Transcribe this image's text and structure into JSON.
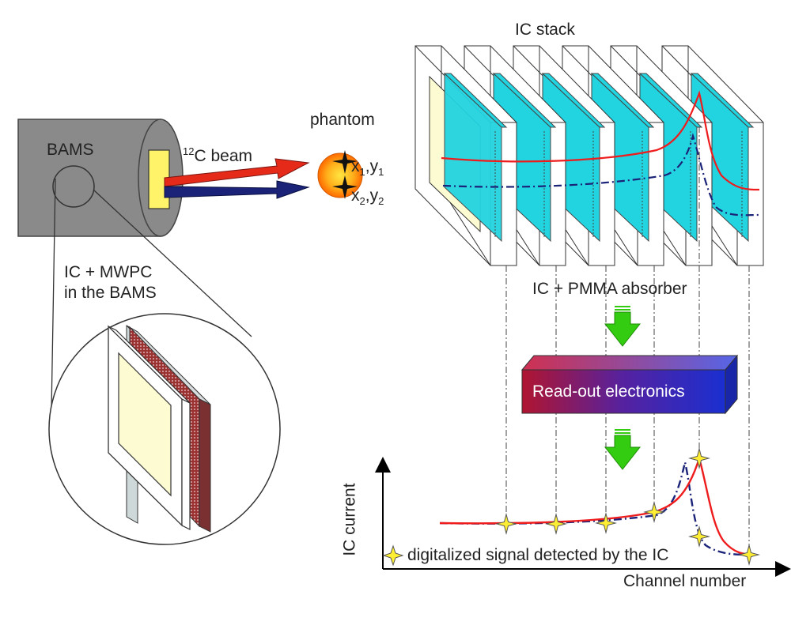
{
  "labels": {
    "ic_stack": "IC stack",
    "phantom": "phantom",
    "bams": "BAMS",
    "beam_mass_number": "12",
    "beam_label": "C beam",
    "pos1_x": "x",
    "pos1_x_sub": "1",
    "pos1_y": "y",
    "pos1_y_sub": "1",
    "pos2_x": "x",
    "pos2_x_sub": "2",
    "pos2_y": "y",
    "pos2_y_sub": "2",
    "bams_detectors_line1": "IC + MWPC",
    "bams_detectors_line2": "in the BAMS",
    "absorber": "IC + PMMA absorber",
    "electronics": "Read-out electronics",
    "legend": "digitalized signal detected by the IC",
    "y_axis": "IC current",
    "x_axis": "Channel number"
  },
  "colors": {
    "bams_body": "#8a8a8a",
    "stack_water": "#22d3e0",
    "ic_foil": "#fdfbd2",
    "signal_red": "#ee1c1c",
    "signal_blue": "#1a2378",
    "arrow_green": "#33cc11",
    "marker_yellow": "#ffee33",
    "mwpc_red": "#9a3232",
    "phantom_orange": "#ff7f00"
  },
  "icons": [
    "downward-flow-arrow",
    "star-marker",
    "target-cross"
  ]
}
